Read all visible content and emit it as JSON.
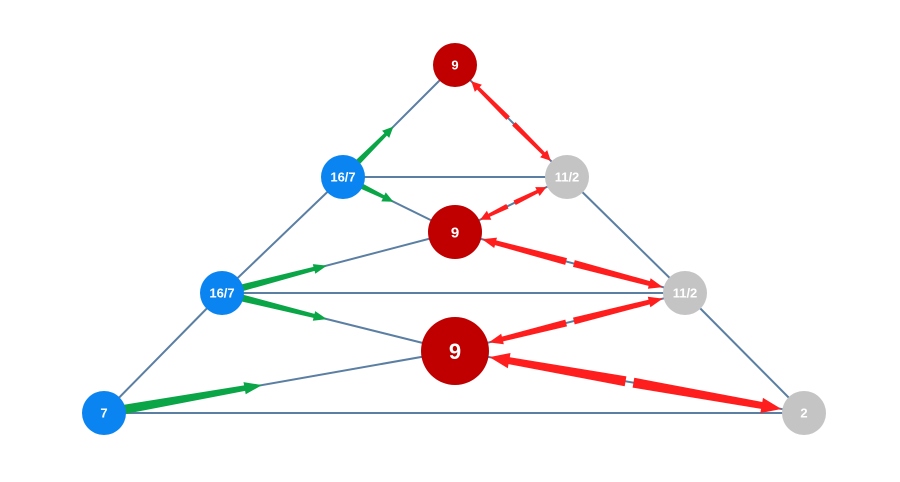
{
  "colors": {
    "edge": "#5b7fa3",
    "blue": "#0a84f0",
    "red": "#c00000",
    "gray": "#c4c4c4",
    "green_arrow": "#0aa546",
    "red_arrow": "#ff1e1e"
  },
  "nodes": [
    {
      "id": "top",
      "label": "9",
      "color": "red"
    },
    {
      "id": "left1",
      "label": "16/7",
      "color": "blue"
    },
    {
      "id": "right1",
      "label": "11/2",
      "color": "gray"
    },
    {
      "id": "center1",
      "label": "9",
      "color": "red"
    },
    {
      "id": "left2",
      "label": "16/7",
      "color": "blue"
    },
    {
      "id": "right2",
      "label": "11/2",
      "color": "gray"
    },
    {
      "id": "center2",
      "label": "9",
      "color": "red"
    },
    {
      "id": "bottomleft",
      "label": "7",
      "color": "blue"
    },
    {
      "id": "bottomright",
      "label": "2",
      "color": "gray"
    }
  ],
  "edges": [
    [
      "top",
      "left1"
    ],
    [
      "top",
      "right1"
    ],
    [
      "left1",
      "right1"
    ],
    [
      "left1",
      "left2"
    ],
    [
      "right1",
      "right2"
    ],
    [
      "left1",
      "center1"
    ],
    [
      "right1",
      "center1"
    ],
    [
      "left2",
      "center1"
    ],
    [
      "right2",
      "center1"
    ],
    [
      "left2",
      "right2"
    ],
    [
      "left2",
      "center2"
    ],
    [
      "right2",
      "center2"
    ],
    [
      "left2",
      "bottomleft"
    ],
    [
      "right2",
      "bottomright"
    ],
    [
      "bottomleft",
      "center2"
    ],
    [
      "bottomright",
      "center2"
    ],
    [
      "bottomleft",
      "bottomright"
    ]
  ],
  "green_arrows": [
    {
      "from": "left1",
      "to": "top"
    },
    {
      "from": "left1",
      "to": "center1"
    },
    {
      "from": "left2",
      "to": "center1"
    },
    {
      "from": "left2",
      "to": "center2"
    },
    {
      "from": "bottomleft",
      "to": "center2"
    }
  ],
  "red_arrows": [
    {
      "a": "top",
      "b": "right1"
    },
    {
      "a": "right1",
      "b": "center1"
    },
    {
      "a": "center1",
      "b": "right2"
    },
    {
      "a": "center2",
      "b": "right2"
    },
    {
      "a": "center2",
      "b": "bottomright"
    }
  ]
}
